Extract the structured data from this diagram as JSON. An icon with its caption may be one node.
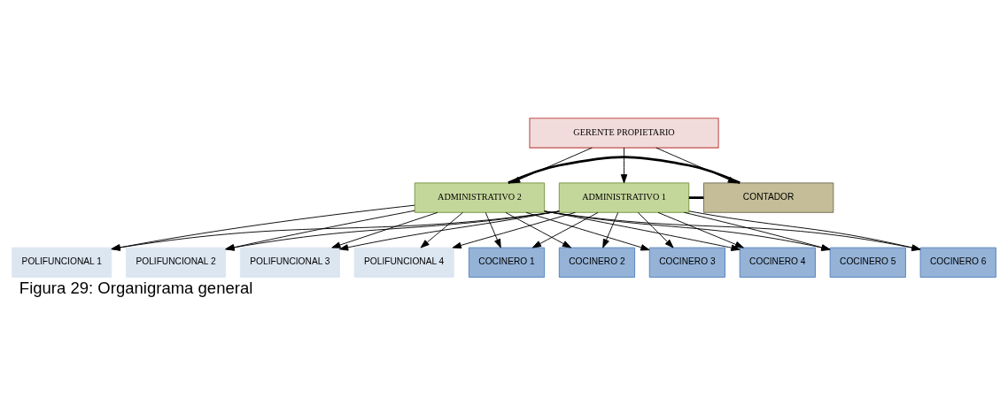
{
  "diagram": {
    "caption": "Figura 29: Organigrama general",
    "nodes": [
      {
        "text": [
          "GERENTE PROPIETARIO"
        ]
      },
      {
        "text": [
          "ADMINISTRATIVO 1"
        ]
      },
      {
        "text": [
          "CONTADOR"
        ]
      },
      {
        "text": [
          "ADMINISTRATIVO 2"
        ]
      },
      {
        "text": [
          "COCINERO 1"
        ]
      },
      {
        "text": [
          "COCINERO 2"
        ]
      },
      {
        "text": [
          "COCINERO 3"
        ]
      },
      {
        "text": [
          "COCINERO 4"
        ]
      },
      {
        "text": [
          "COCINERO 5"
        ]
      },
      {
        "text": [
          "COCINERO 6"
        ]
      },
      {
        "text": [
          "POLIFUNCIONAL 1"
        ]
      },
      {
        "text": [
          "POLIFUNCIONAL 2"
        ]
      },
      {
        "text": [
          "POLIFUNCIONAL 3"
        ]
      },
      {
        "text": [
          "POLIFUNCIONAL 4"
        ]
      }
    ],
    "edges": [
      {
        "from": 0,
        "to": 1,
        "arrow": "to"
      },
      {
        "from": 0,
        "to": 2,
        "arrow": "to"
      },
      {
        "from": 0,
        "to": 3,
        "arrow": "to"
      },
      {
        "from": 1,
        "to": 2,
        "arrow": "none",
        "style": "thick"
      },
      {
        "from": 2,
        "to": 3,
        "arrow": "none",
        "style": "thick"
      },
      {
        "from": 1,
        "to": 4,
        "arrow": "to"
      },
      {
        "from": 1,
        "to": 5,
        "arrow": "to"
      },
      {
        "from": 1,
        "to": 6,
        "arrow": "to"
      },
      {
        "from": 1,
        "to": 7,
        "arrow": "to"
      },
      {
        "from": 1,
        "to": 8,
        "arrow": "to"
      },
      {
        "from": 1,
        "to": 9,
        "arrow": "to"
      },
      {
        "from": 1,
        "to": 10,
        "arrow": "to"
      },
      {
        "from": 1,
        "to": 11,
        "arrow": "to"
      },
      {
        "from": 1,
        "to": 12,
        "arrow": "to"
      },
      {
        "from": 1,
        "to": 13,
        "arrow": "to"
      },
      {
        "from": 3,
        "to": 4,
        "arrow": "to"
      },
      {
        "from": 3,
        "to": 5,
        "arrow": "to"
      },
      {
        "from": 3,
        "to": 6,
        "arrow": "to"
      },
      {
        "from": 3,
        "to": 7,
        "arrow": "to"
      },
      {
        "from": 3,
        "to": 8,
        "arrow": "to"
      },
      {
        "from": 3,
        "to": 9,
        "arrow": "to"
      },
      {
        "from": 3,
        "to": 10,
        "arrow": "to"
      },
      {
        "from": 3,
        "to": 11,
        "arrow": "to"
      },
      {
        "from": 3,
        "to": 12,
        "arrow": "to"
      },
      {
        "from": 3,
        "to": 13,
        "arrow": "to"
      }
    ]
  }
}
